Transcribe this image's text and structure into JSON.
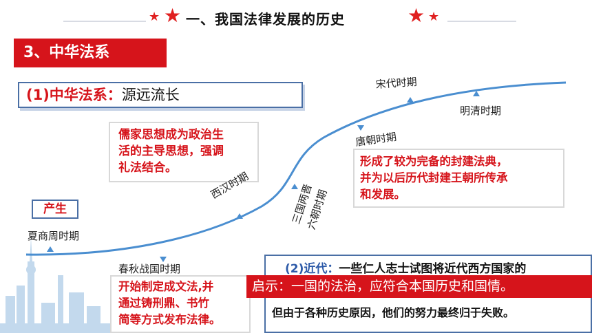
{
  "header": {
    "title": "一、我国法律发展的历史"
  },
  "section": {
    "label": "3、中华法系"
  },
  "subtitle": {
    "prefix": "(1)中华法系：",
    "rest": "源远流长"
  },
  "origin_tag": "产生",
  "periods": {
    "xsz": "夏商周时期",
    "cqzg": "春秋战国时期",
    "xh": "西汉时期",
    "sgl_1": "三国两晋",
    "sgl_2": "六朝时期",
    "tc": "唐朝时期",
    "sd": "宋代时期",
    "mq": "明清时期"
  },
  "notes": {
    "confucian": [
      "儒家思想成为政治生",
      "活的主导思想，强调",
      "礼法结合。"
    ],
    "tang": [
      "形成了较为完备的封建法典，",
      "并为以后历代封建王朝所传承",
      "和发展。"
    ],
    "chunqiu": [
      "开始制定成文法,并",
      "通过铸刑鼎、书竹",
      "简等方式发布法律。"
    ]
  },
  "modern": {
    "label": "(2)近代：",
    "line1": "一些仁人志士试图将近代西方国家的",
    "insight": "启示：一国的法治，应符合本国历史和国情。",
    "line3": "但由于各种历史原因，他们的努力最终归于失败。"
  },
  "colors": {
    "accent_red": "#d6141b",
    "frame_blue": "#4a6fa5",
    "curve_blue": "#4a8ed0"
  }
}
